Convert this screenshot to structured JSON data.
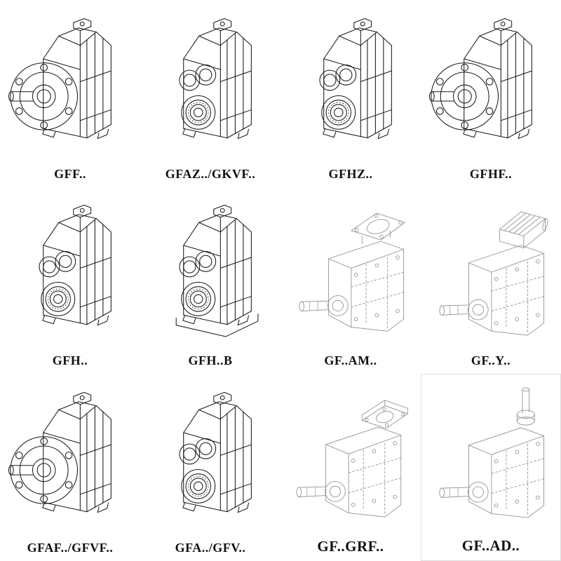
{
  "page": {
    "background_color": "#ffffff",
    "solid_line_color": "#1a1a1a",
    "light_line_color": "#8f8f8f"
  },
  "catalog": {
    "cells": [
      {
        "label": "GFF..",
        "variant": "flange-output-solid"
      },
      {
        "label": "GFAZ../GKVF..",
        "variant": "hollow-shaft-solid"
      },
      {
        "label": "GFHZ..",
        "variant": "hollow-shaft-solid"
      },
      {
        "label": "GFHF..",
        "variant": "flange-output-solid"
      },
      {
        "label": "GFH..",
        "variant": "hollow-shaft-solid"
      },
      {
        "label": "GFH..B",
        "variant": "hollow-shaft-foot-mounted"
      },
      {
        "label": "GF..AM..",
        "variant": "motor-flange-adapter-light"
      },
      {
        "label": "GF..Y..",
        "variant": "with-motor-light"
      },
      {
        "label": "GFAF../GFVF..",
        "variant": "flange-output-solid"
      },
      {
        "label": "GFA../GFV..",
        "variant": "hollow-shaft-solid"
      },
      {
        "label": "GF..GRF..",
        "variant": "input-adapter-light"
      },
      {
        "label": "GF..AD..",
        "variant": "top-input-shaft-light"
      }
    ]
  }
}
